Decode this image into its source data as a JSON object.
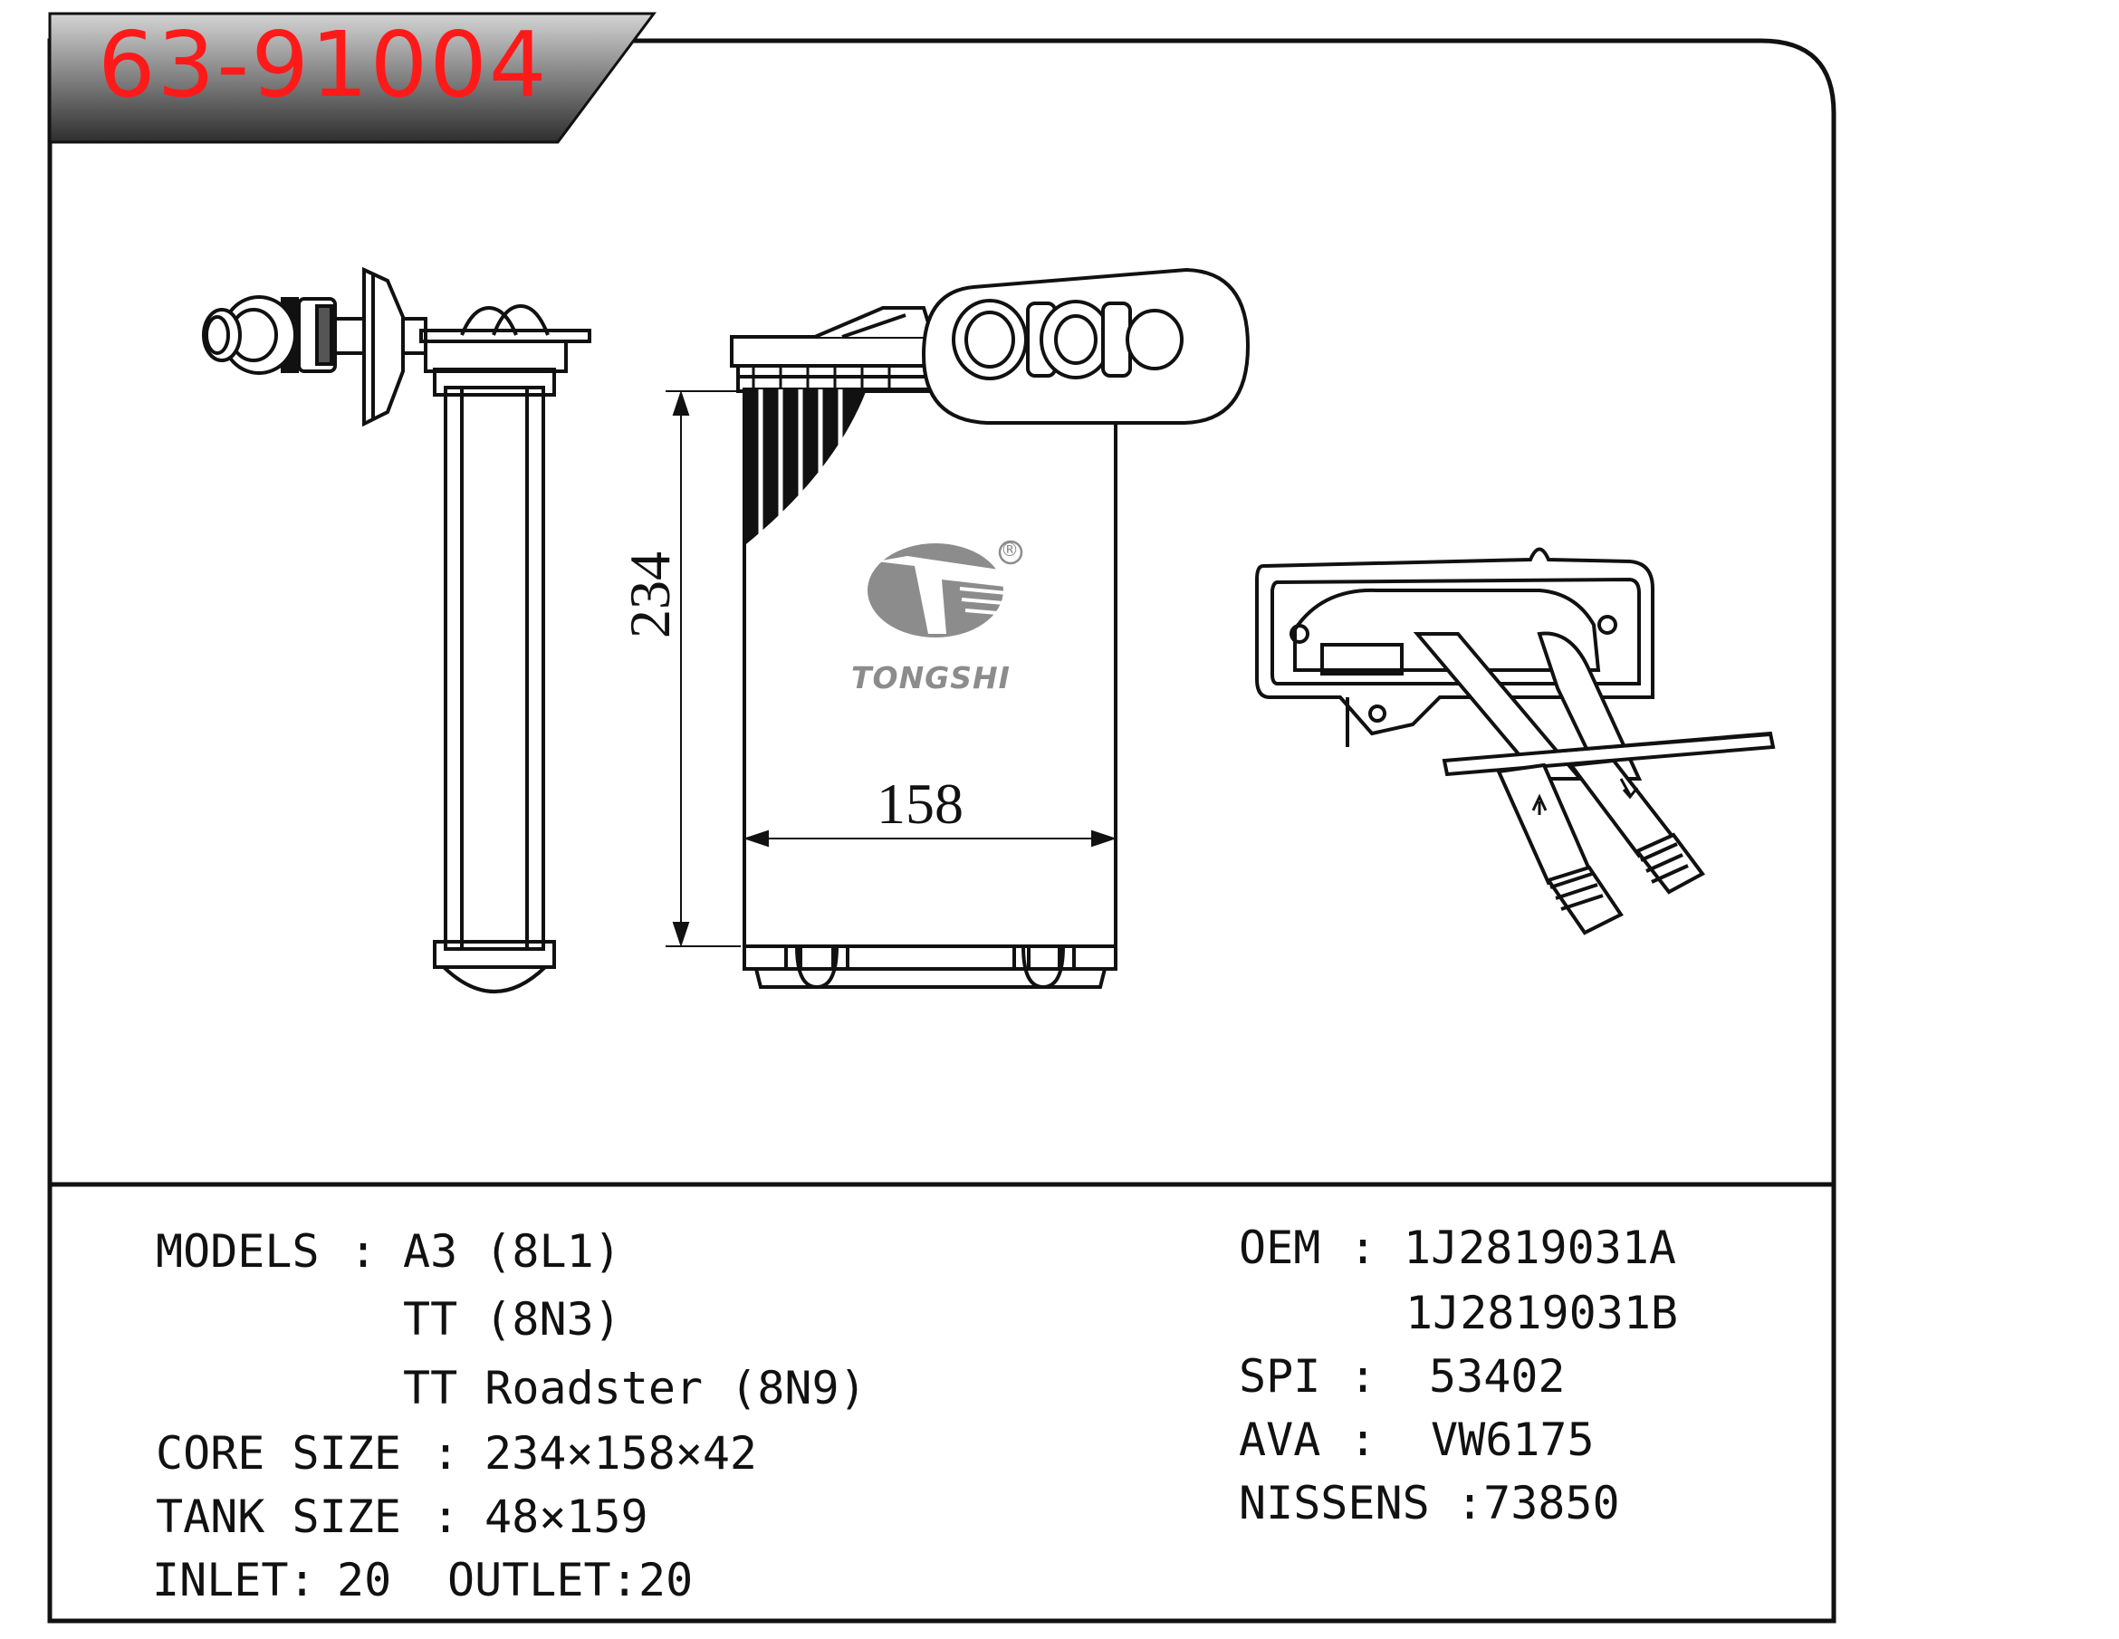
{
  "part_number": "63-91004",
  "brand": "TONGSHI",
  "registered_mark": "®",
  "dimensions": {
    "height": "234",
    "width": "158"
  },
  "specs": {
    "models_label": "MODELS",
    "models_sep": ":",
    "models": [
      "A3 (8L1)",
      "TT (8N3)",
      "TT Roadster (8N9)"
    ],
    "core_label": "CORE SIZE",
    "core_sep": ":",
    "core_value": "234×158×42",
    "tank_label": "TANK SIZE",
    "tank_sep": ":",
    "tank_value": "48×159",
    "inlet_label": "INLET:",
    "inlet_value": "20",
    "outlet_label": "OUTLET:",
    "outlet_value": "20"
  },
  "refs": {
    "oem_label": "OEM",
    "oem_sep": ":",
    "oem_values": [
      "1J2819031A",
      "1J2819031B"
    ],
    "spi_label": "SPI",
    "spi_sep": ":",
    "spi_value": "53402",
    "ava_label": "AVA",
    "ava_sep": ":",
    "ava_value": "VW6175",
    "nissens_label": "NISSENS",
    "nissens_value": ":73850"
  },
  "colors": {
    "title": "#ff1a1a",
    "line": "#111111",
    "title_bg_top": "#bdbdbd",
    "title_bg_bottom": "#3a3a3a",
    "logo_grey": "#8c8c8c"
  }
}
